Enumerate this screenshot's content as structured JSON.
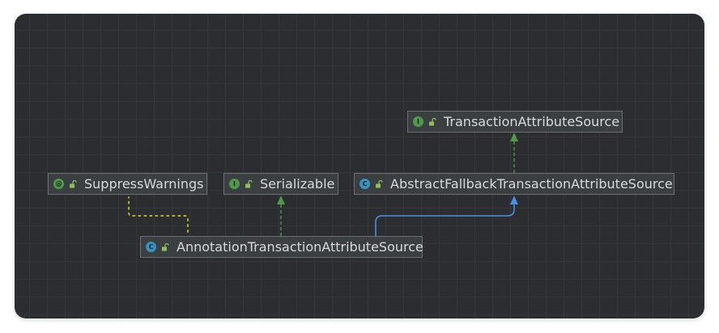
{
  "diagram": {
    "nodes": [
      {
        "id": "transaction-attribute-source",
        "label": "TransactionAttributeSource",
        "kind": "interface",
        "badge": "I"
      },
      {
        "id": "suppress-warnings",
        "label": "SuppressWarnings",
        "kind": "annotation",
        "badge": "@"
      },
      {
        "id": "serializable",
        "label": "Serializable",
        "kind": "interface",
        "badge": "I"
      },
      {
        "id": "abstract-fallback",
        "label": "AbstractFallbackTransactionAttributeSource",
        "kind": "abstract-class",
        "badge": "C"
      },
      {
        "id": "annotation-transaction",
        "label": "AnnotationTransactionAttributeSource",
        "kind": "class",
        "badge": "C"
      }
    ],
    "edges": [
      {
        "from": "annotation-transaction",
        "to": "serializable",
        "type": "implements"
      },
      {
        "from": "annotation-transaction",
        "to": "abstract-fallback",
        "type": "extends"
      },
      {
        "from": "abstract-fallback",
        "to": "transaction-attribute-source",
        "type": "implements"
      },
      {
        "from": "annotation-transaction",
        "to": "suppress-warnings",
        "type": "annotated-by"
      }
    ]
  },
  "colors": {
    "canvas": "#2b2d30",
    "grid": "#35373b",
    "node_fill": "#3c3f41",
    "node_border": "#6b6e72",
    "implements_edge": "#4e9a4a",
    "extends_edge": "#4a90e2",
    "annotation_edge": "#b5b52a",
    "text": "#d7d9dc"
  }
}
